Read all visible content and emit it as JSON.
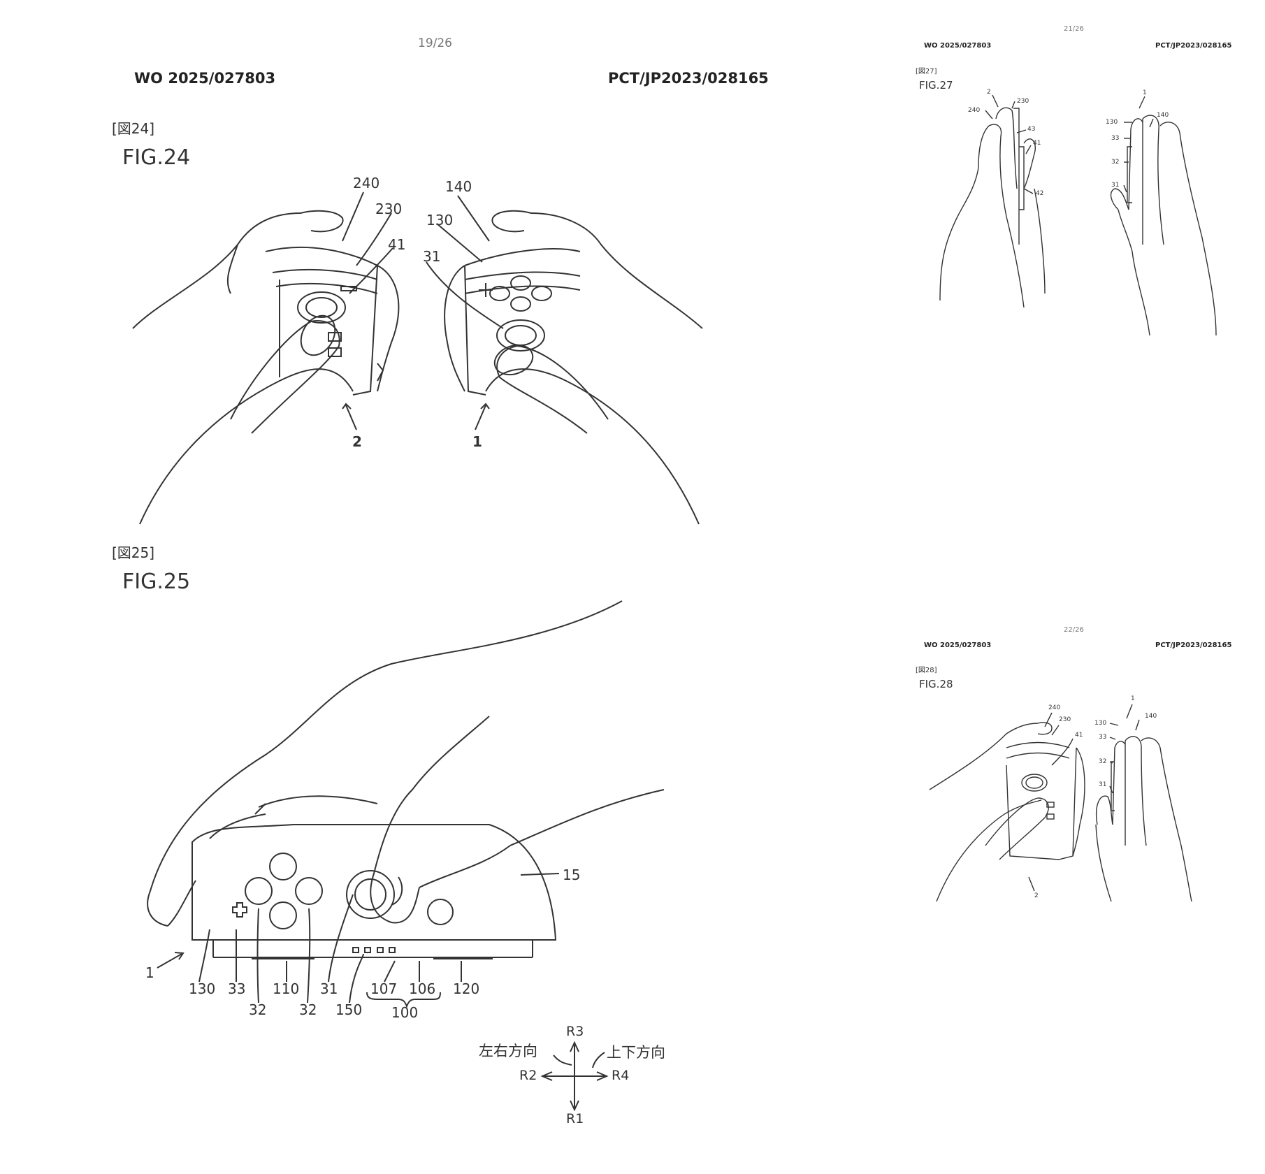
{
  "left_sheet": {
    "page_number": "19/26",
    "publication_number": "WO 2025/027803",
    "application_number": "PCT/JP2023/028165",
    "fig24": {
      "tag": "[図24]",
      "label": "FIG.24",
      "refs": {
        "r240": "240",
        "r230": "230",
        "r41": "41",
        "r140": "140",
        "r130": "130",
        "r31": "31",
        "r2": "2",
        "r1": "1"
      }
    },
    "fig25": {
      "tag": "[図25]",
      "label": "FIG.25",
      "refs": {
        "r15": "15",
        "r1": "1",
        "r130": "130",
        "r33": "33",
        "r110": "110",
        "r31": "31",
        "r107": "107",
        "r106": "106",
        "r120": "120",
        "r32a": "32",
        "r32b": "32",
        "r150": "150",
        "r100": "100"
      },
      "direction": {
        "r3": "R3",
        "r2": "R2",
        "r4": "R4",
        "r1": "R1",
        "lateral": "左右方向",
        "vertical": "上下方向"
      }
    }
  },
  "right_top_sheet": {
    "page_number": "21/26",
    "publication_number": "WO 2025/027803",
    "application_number": "PCT/JP2023/028165",
    "tag": "[図27]",
    "label": "FIG.27",
    "refs": {
      "r2": "2",
      "r230": "230",
      "r240": "240",
      "r43": "43",
      "r41": "41",
      "r42": "42",
      "r1": "1",
      "r140": "140",
      "r130": "130",
      "r33": "33",
      "r32": "32",
      "r31": "31"
    }
  },
  "right_bottom_sheet": {
    "page_number": "22/26",
    "publication_number": "WO 2025/027803",
    "application_number": "PCT/JP2023/028165",
    "tag": "[図28]",
    "label": "FIG.28",
    "refs": {
      "r240": "240",
      "r230": "230",
      "r41": "41",
      "r2": "2",
      "r1": "1",
      "r130": "130",
      "r140": "140",
      "r33": "33",
      "r32": "32",
      "r31": "31"
    }
  }
}
